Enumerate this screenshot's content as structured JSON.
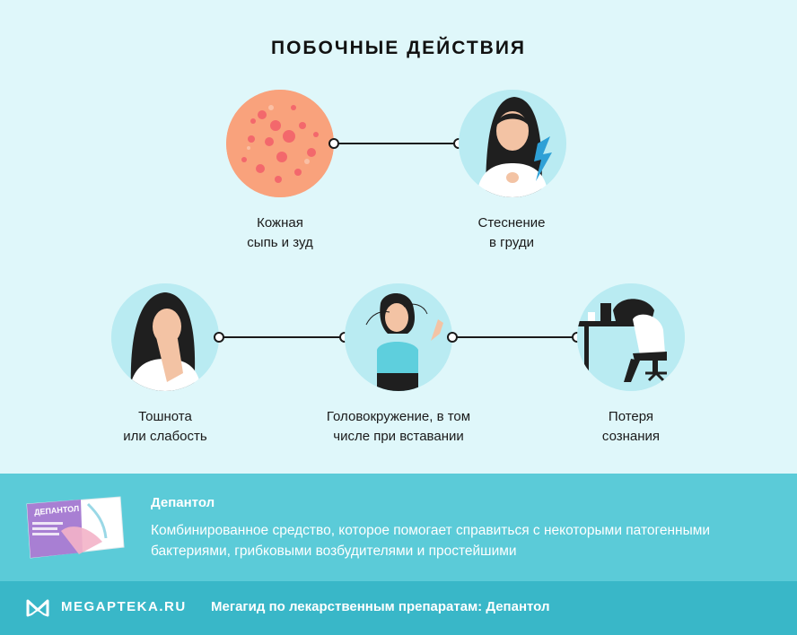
{
  "title": "ПОБОЧНЫЕ ДЕЙСТВИЯ",
  "effects": [
    {
      "line1": "Кожная",
      "line2": "сыпь и зуд",
      "icon": "skin-rash-icon"
    },
    {
      "line1": "Стеснение",
      "line2": "в груди",
      "icon": "chest-pain-icon"
    },
    {
      "line1": "Тошнота",
      "line2": "или слабость",
      "icon": "nausea-icon"
    },
    {
      "line1": "Головокружение, в том",
      "line2": "числе при вставании",
      "icon": "dizziness-icon"
    },
    {
      "line1": "Потеря",
      "line2": "сознания",
      "icon": "fainting-icon"
    }
  ],
  "drug": {
    "name": "Депантол",
    "box_label": "ДЕПАНТОЛ",
    "description": "Комбинированное средство, которое помогает справиться с некоторыми патогенными бактериями, грибковыми возбудителями и простейшими"
  },
  "footer": {
    "logo": "MEGAPTEKA.RU",
    "text": "Мегагид по лекарственным препаратам: Депантол"
  },
  "colors": {
    "background": "#dff7fa",
    "circle": "#b9ebf2",
    "info_band": "#5bcbd8",
    "footer": "#39b7c8"
  }
}
